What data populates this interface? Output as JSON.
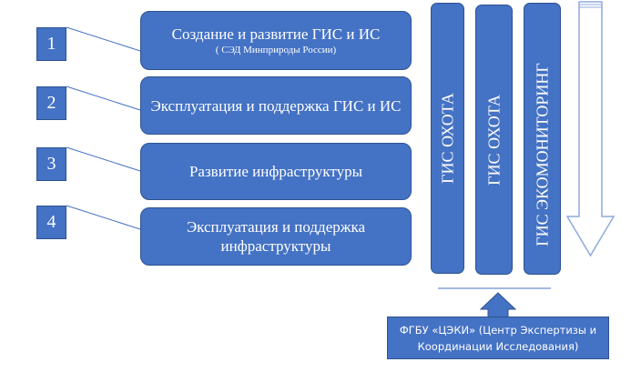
{
  "numbers": [
    "1",
    "2",
    "3",
    "4"
  ],
  "activities": [
    {
      "title": "Создание и развитие ГИС и ИС",
      "subtitle": "( СЭД Минприроды России)"
    },
    {
      "title": "Эксплуатация и поддержка ГИС и ИС"
    },
    {
      "title": "Развитие инфраструктуры"
    },
    {
      "title": "Эксплуатация и поддержка инфраструктуры"
    }
  ],
  "systems": [
    "ГИС ОХОТА",
    "ГИС ОХОТА",
    "ГИС  ЭКОМОНИТОРИНГ"
  ],
  "organization": "ФГБУ «ЦЭКИ» (Центр Экспертизы и Координации Исследования)",
  "colors": {
    "box_fill": "#4472c4",
    "box_border": "#2f528f",
    "connector": "#4472c4"
  }
}
